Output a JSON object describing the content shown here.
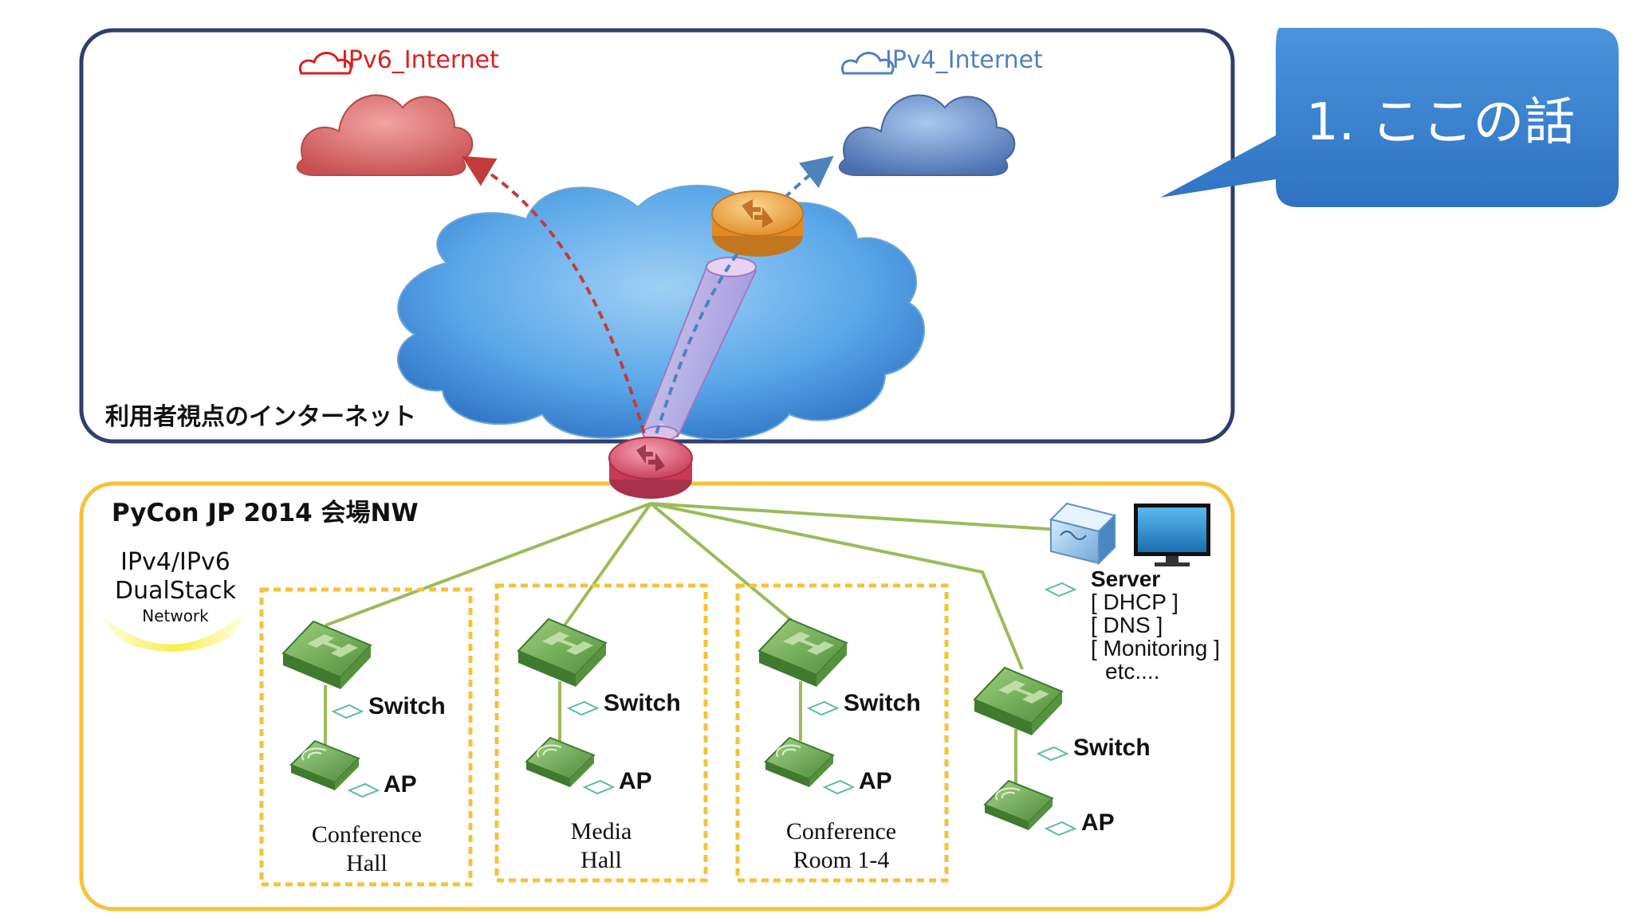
{
  "internet_box": {
    "label": "利用者視点のインターネット"
  },
  "callout": {
    "text": "1. ここの話"
  },
  "clouds": {
    "ipv6": {
      "label": "IPv6_Internet",
      "color": "#d9201f"
    },
    "ipv4": {
      "label": "IPv4_Internet",
      "color": "#4f81bd"
    }
  },
  "venue_box": {
    "label": "PyCon JP 2014 会場NW",
    "dualstack": {
      "line1": "IPv4/IPv6",
      "line2": "DualStack",
      "line3": "Network"
    }
  },
  "zones": [
    {
      "switch": "Switch",
      "ap": "AP",
      "name_line1": "Conference",
      "name_line2": "Hall"
    },
    {
      "switch": "Switch",
      "ap": "AP",
      "name_line1": "Media",
      "name_line2": "Hall"
    },
    {
      "switch": "Switch",
      "ap": "AP",
      "name_line1": "Conference",
      "name_line2": "Room 1-4"
    },
    {
      "switch": "Switch",
      "ap": "AP",
      "name_line1": "",
      "name_line2": ""
    }
  ],
  "server": {
    "title": "Server",
    "items": [
      "[ DHCP ]",
      "[ DNS ]",
      "[ Monitoring ]",
      "etc...."
    ]
  },
  "colors": {
    "internet_border": "#2e3f6e",
    "venue_border": "#f5c23a",
    "zone_border": "#f5c23a",
    "link": "#9bbb59",
    "callout": "#3f86d0"
  }
}
